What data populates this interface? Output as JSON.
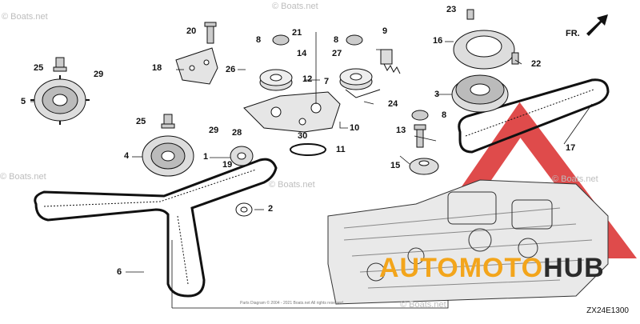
{
  "diagram": {
    "code": "ZX24E1300",
    "direction_label": "FR.",
    "watermarks": [
      "© Boats.net",
      "© Boats.net",
      "© Boats.net",
      "© Boats.net",
      "© Boats.net",
      "© Boats.net"
    ],
    "brand": {
      "part1": "AUTOMOTO",
      "part2": "HUB"
    },
    "copyright_small": "Parts Diagram © 2004 - 2021 Boats.net All rights reserved",
    "callouts": [
      "1",
      "2",
      "3",
      "4",
      "5",
      "6",
      "7",
      "8",
      "8",
      "8",
      "9",
      "10",
      "11",
      "12",
      "13",
      "14",
      "15",
      "16",
      "17",
      "18",
      "19",
      "20",
      "21",
      "22",
      "23",
      "24",
      "25",
      "25",
      "26",
      "27",
      "28",
      "29",
      "29",
      "30"
    ],
    "colors": {
      "line": "#1a1a1a",
      "brand_orange": "#f3a51b",
      "brand_dark": "#2b2b2b",
      "red_triangle": "#d92b2b"
    }
  }
}
